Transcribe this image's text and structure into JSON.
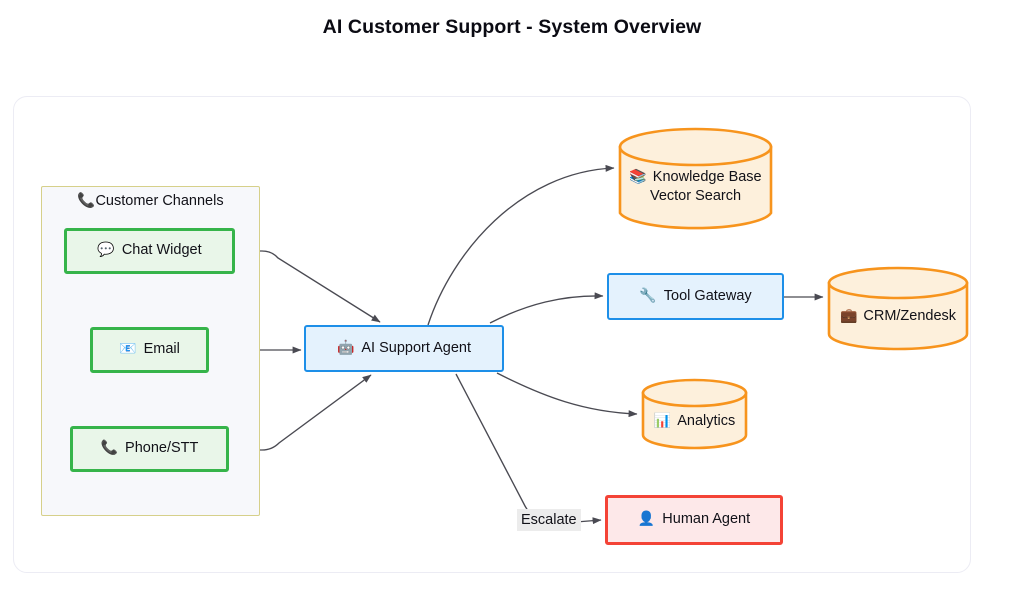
{
  "page": {
    "title": "AI Customer Support - System Overview",
    "background": "#ffffff"
  },
  "colors": {
    "channel_border": "#36b44a",
    "channel_fill": "#e9f6e9",
    "agent_border": "#1d8fe8",
    "agent_fill": "#e4f2fd",
    "database_border": "#f7941d",
    "database_fill": "#fdf0dc",
    "human_border": "#f44336",
    "human_fill": "#fde8e9",
    "cluster_border": "#d6d08a",
    "cluster_fill": "#f7f8fb",
    "edge_stroke": "#4a4a52",
    "card_border": "#ececf4"
  },
  "cluster": {
    "label": "Customer Channels",
    "icon": "telephone-icon",
    "icon_glyph": "📞"
  },
  "nodes": {
    "chat_widget": {
      "label": "Chat Widget",
      "icon": "speech-balloon-icon",
      "icon_glyph": "💬",
      "shape": "rect",
      "style": "channel"
    },
    "email": {
      "label": "Email",
      "icon": "email-icon",
      "icon_glyph": "📧",
      "shape": "rect",
      "style": "channel"
    },
    "phone_stt": {
      "label": "Phone/STT",
      "icon": "telephone-icon",
      "icon_glyph": "📞",
      "shape": "rect",
      "style": "channel"
    },
    "ai_agent": {
      "label": "AI Support Agent",
      "icon": "robot-icon",
      "icon_glyph": "🤖",
      "shape": "rect",
      "style": "agent"
    },
    "knowledge_base": {
      "label_line1": "Knowledge Base",
      "label_line2": "Vector Search",
      "icon": "books-icon",
      "icon_glyph": "📚",
      "shape": "cylinder",
      "style": "database"
    },
    "tool_gateway": {
      "label": "Tool Gateway",
      "icon": "wrench-icon",
      "icon_glyph": "🔧",
      "shape": "rect",
      "style": "agent"
    },
    "crm_zendesk": {
      "label": "CRM/Zendesk",
      "icon": "briefcase-icon",
      "icon_glyph": "💼",
      "shape": "cylinder",
      "style": "database"
    },
    "analytics": {
      "label": "Analytics",
      "icon": "bar-chart-icon",
      "icon_glyph": "📊",
      "shape": "cylinder",
      "style": "database"
    },
    "human_agent": {
      "label": "Human Agent",
      "icon": "bust-in-silhouette-icon",
      "icon_glyph": "👤",
      "shape": "rect",
      "style": "human"
    }
  },
  "edges": [
    {
      "from": "chat_widget",
      "to": "ai_agent",
      "label": ""
    },
    {
      "from": "email",
      "to": "ai_agent",
      "label": ""
    },
    {
      "from": "phone_stt",
      "to": "ai_agent",
      "label": ""
    },
    {
      "from": "ai_agent",
      "to": "knowledge_base",
      "label": ""
    },
    {
      "from": "ai_agent",
      "to": "tool_gateway",
      "label": ""
    },
    {
      "from": "ai_agent",
      "to": "analytics",
      "label": ""
    },
    {
      "from": "ai_agent",
      "to": "human_agent",
      "label": "Escalate"
    },
    {
      "from": "tool_gateway",
      "to": "crm_zendesk",
      "label": ""
    }
  ],
  "edge_labels": {
    "escalate": "Escalate"
  }
}
